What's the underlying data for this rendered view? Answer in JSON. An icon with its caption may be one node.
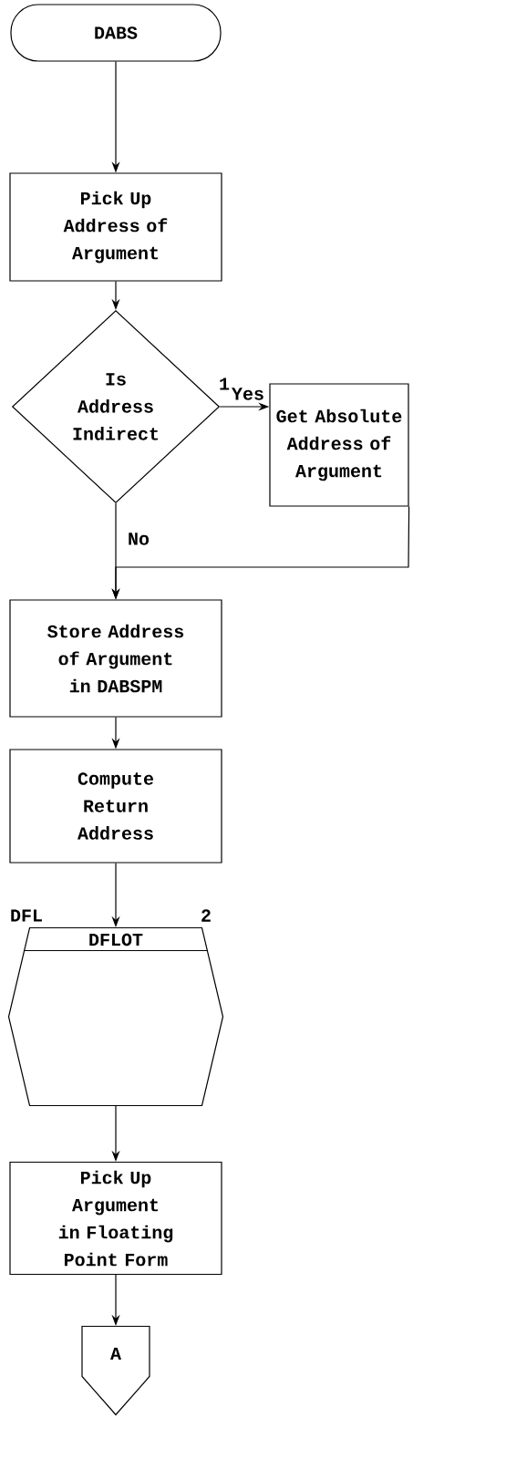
{
  "diagram": {
    "nodes": [
      {
        "text": [
          "DABS"
        ]
      },
      {
        "text": [
          "Pick Up Address of Argument"
        ]
      },
      {
        "text": [
          "Is Address Indirect"
        ],
        "beside": [
          "1"
        ]
      },
      {
        "text": [
          "Get Absolute Address of Argument"
        ]
      },
      {
        "text": [
          "Store Address of Argument in DABSPM"
        ]
      },
      {
        "text": [
          "Compute Return Address"
        ]
      },
      {
        "text": [
          "DFLOT"
        ],
        "beside": [
          "DFL",
          "2"
        ]
      },
      {
        "text": [
          "Pick Up Argument in Floating Point Form"
        ]
      },
      {
        "text": [
          "A"
        ]
      }
    ],
    "edges": [
      {
        "from": 0,
        "to": 1,
        "arrow": "to"
      },
      {
        "from": 1,
        "to": 2,
        "arrow": "to"
      },
      {
        "from": 2,
        "to": 3,
        "arrow": "to",
        "label": "Yes"
      },
      {
        "from": 2,
        "to": 4,
        "arrow": "to",
        "label": "No"
      },
      {
        "from": 3,
        "to": 4,
        "arrow": "to"
      },
      {
        "from": 4,
        "to": 5,
        "arrow": "to"
      },
      {
        "from": 5,
        "to": 6,
        "arrow": "to"
      },
      {
        "from": 6,
        "to": 7,
        "arrow": "to"
      },
      {
        "from": 7,
        "to": 8,
        "arrow": "to"
      }
    ]
  }
}
